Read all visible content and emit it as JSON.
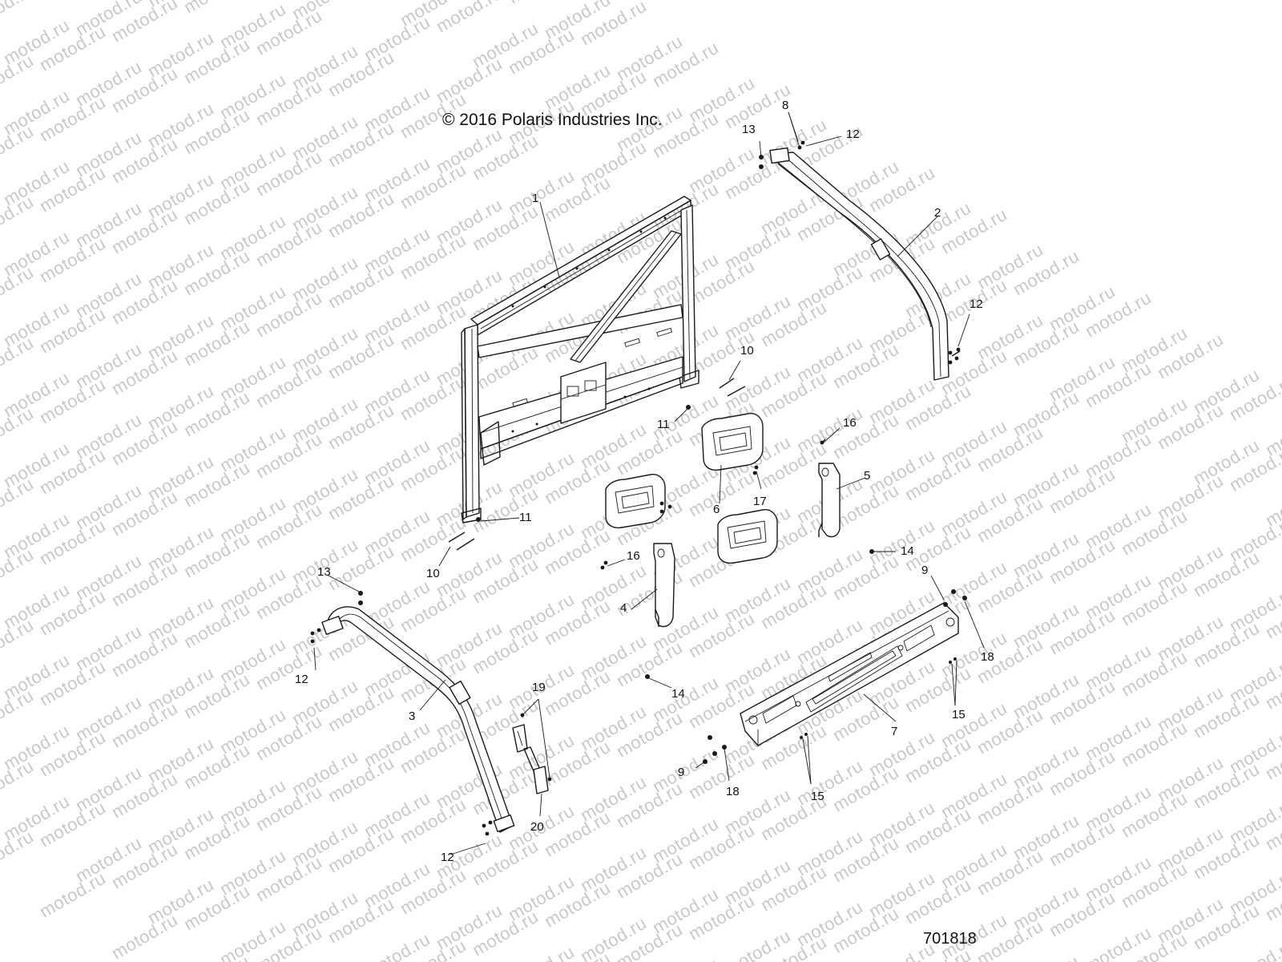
{
  "copyright": "© 2016 Polaris Industries Inc.",
  "diagram_code": "701818",
  "watermark_text": "motod.ru",
  "callouts": {
    "c1": "1",
    "c2": "2",
    "c3": "3",
    "c4": "4",
    "c5": "5",
    "c6": "6",
    "c7": "7",
    "c8": "8",
    "c9a": "9",
    "c9b": "9",
    "c10a": "10",
    "c10b": "10",
    "c11a": "11",
    "c11b": "11",
    "c12a": "12",
    "c12b": "12",
    "c12c": "12",
    "c12d": "12",
    "c13a": "13",
    "c13b": "13",
    "c14a": "14",
    "c14b": "14",
    "c15a": "15",
    "c15b": "15",
    "c16a": "16",
    "c16b": "16",
    "c17": "17",
    "c18a": "18",
    "c18b": "18",
    "c19": "19",
    "c20": "20"
  }
}
